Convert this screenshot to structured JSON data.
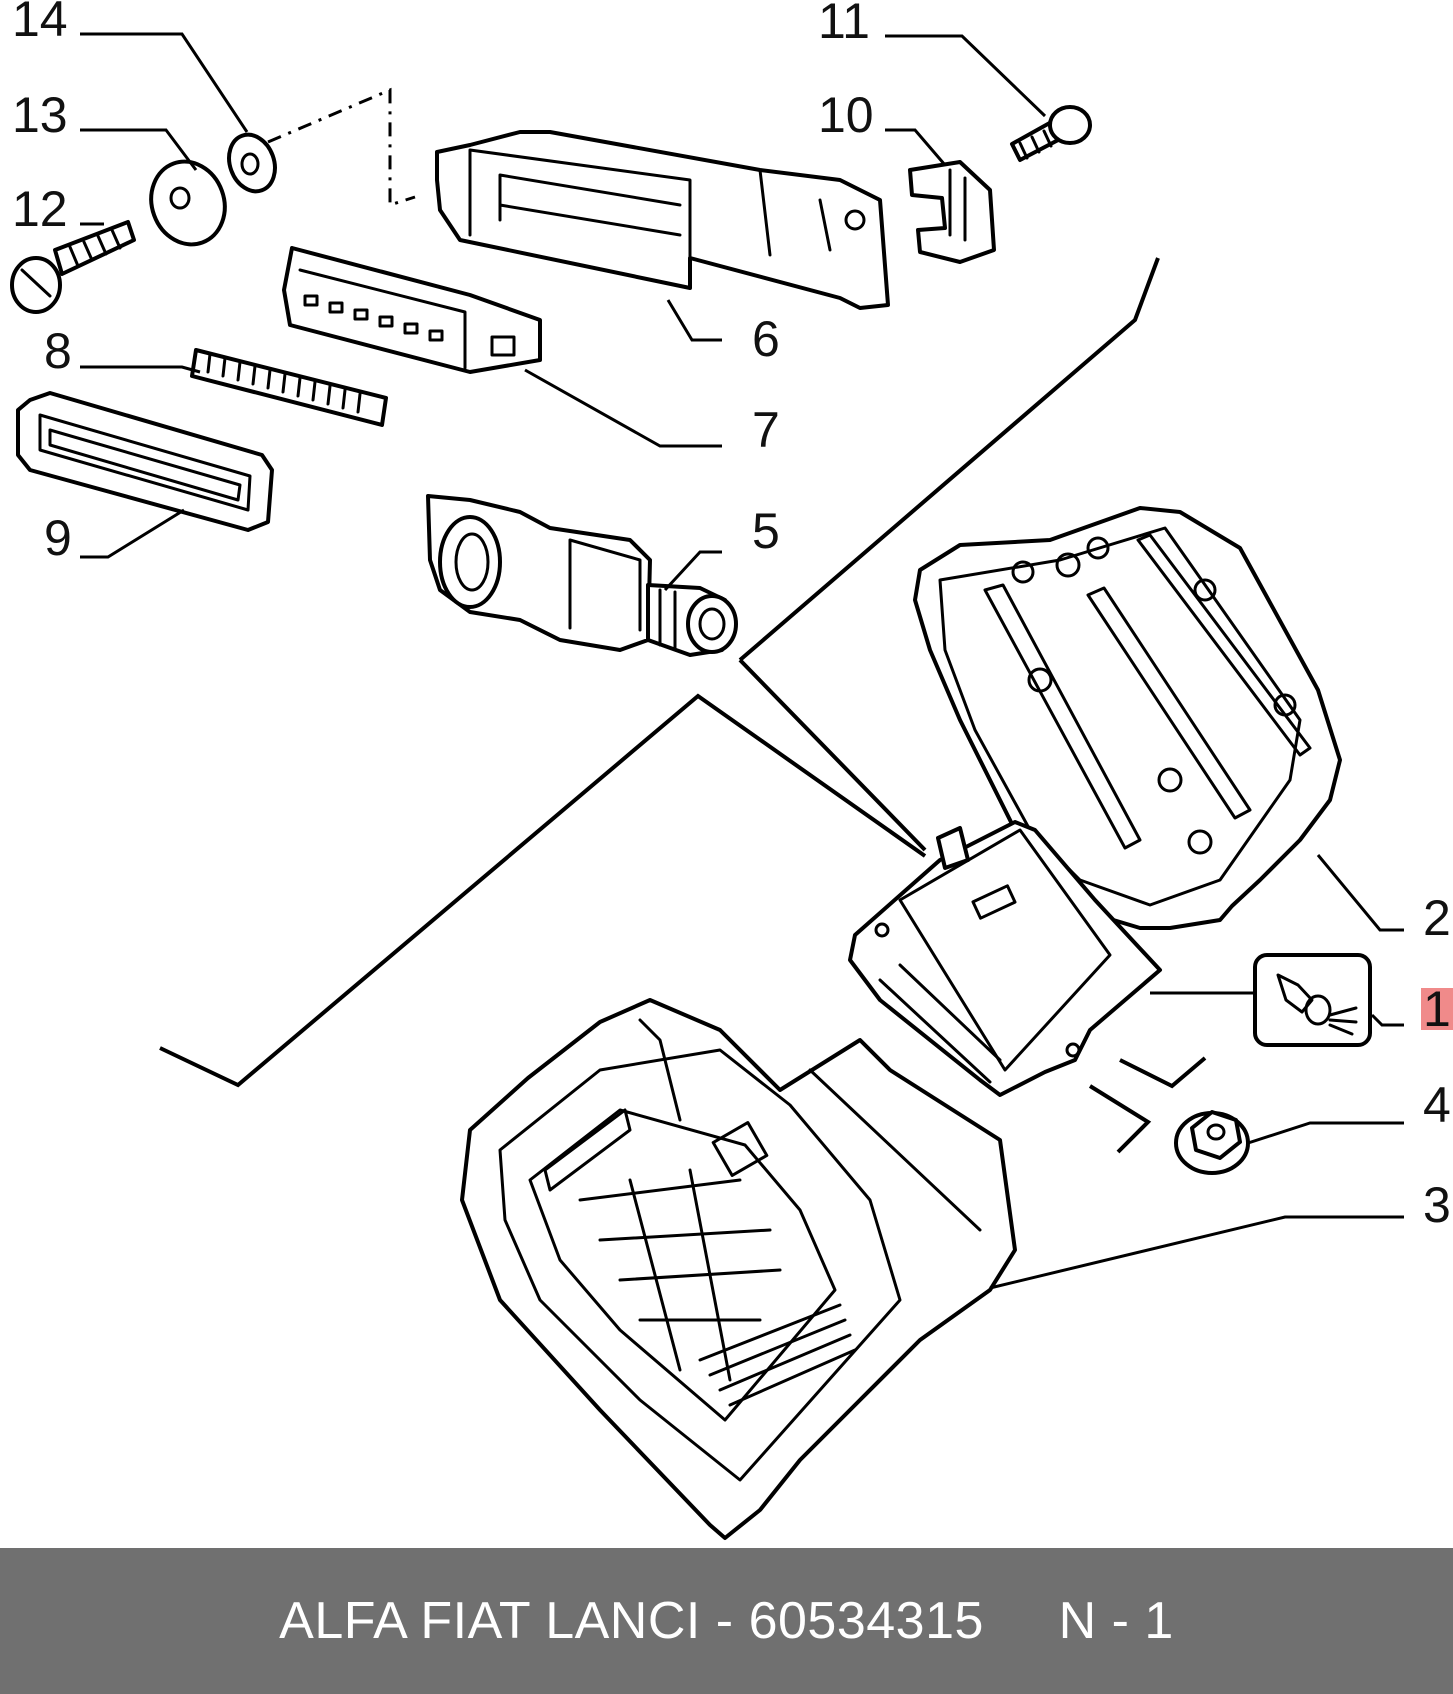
{
  "diagram": {
    "callouts": [
      {
        "id": "1",
        "label": "1",
        "highlighted": true
      },
      {
        "id": "2",
        "label": "2"
      },
      {
        "id": "3",
        "label": "3"
      },
      {
        "id": "4",
        "label": "4"
      },
      {
        "id": "5",
        "label": "5"
      },
      {
        "id": "6",
        "label": "6"
      },
      {
        "id": "7",
        "label": "7"
      },
      {
        "id": "8",
        "label": "8"
      },
      {
        "id": "9",
        "label": "9"
      },
      {
        "id": "10",
        "label": "10"
      },
      {
        "id": "11",
        "label": "11"
      },
      {
        "id": "12",
        "label": "12"
      },
      {
        "id": "13",
        "label": "13"
      },
      {
        "id": "14",
        "label": "14"
      }
    ],
    "highlight_color": "#f08a8a"
  },
  "footer": {
    "text": "ALFA FIAT LANCI - 60534315     N - 1",
    "background": "#707070"
  }
}
